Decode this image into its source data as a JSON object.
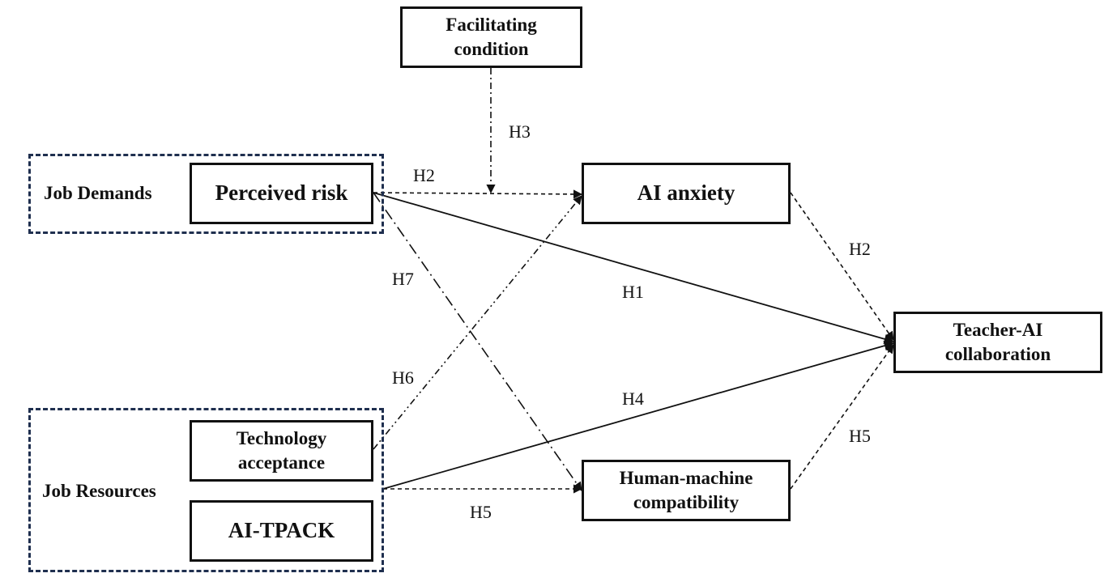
{
  "groups": {
    "job_demands": "Job Demands",
    "job_resources": "Job Resources"
  },
  "boxes": {
    "facilitating": [
      "Facilitating",
      "condition"
    ],
    "perceived_risk": "Perceived risk",
    "ai_anxiety": "AI anxiety",
    "teacher_ai": [
      "Teacher-AI",
      "collaboration"
    ],
    "technology": [
      "Technology",
      "acceptance"
    ],
    "ai_tpack": "AI-TPACK",
    "human_machine": [
      "Human-machine",
      "compatibility"
    ]
  },
  "hypotheses": {
    "h1": "H1",
    "h2_top": "H2",
    "h2_right": "H2",
    "h3": "H3",
    "h4": "H4",
    "h5_bottom": "H5",
    "h5_right": "H5",
    "h6": "H6",
    "h7": "H7"
  }
}
